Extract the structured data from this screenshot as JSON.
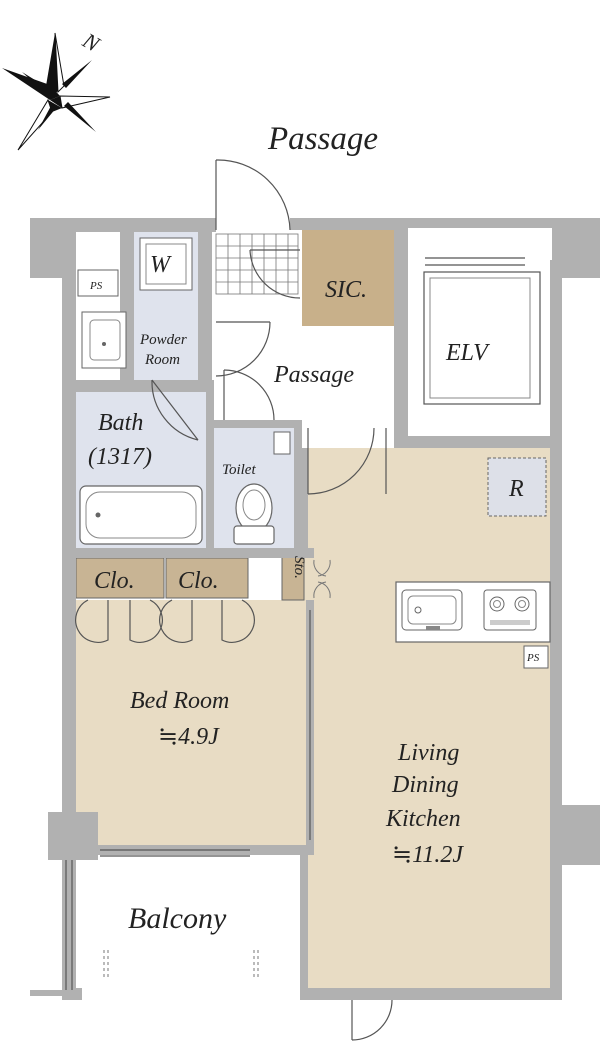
{
  "compass": {
    "north_label": "N"
  },
  "labels": {
    "passage_outside": "Passage",
    "sic": "SIC.",
    "elv": "ELV",
    "passage_inside": "Passage",
    "ps_top": "PS",
    "washer": "W",
    "powder_line1": "Powder",
    "powder_line2": "Room",
    "bath_line1": "Bath",
    "bath_line2": "(1317)",
    "toilet": "Toilet",
    "fridge": "R",
    "clo_left": "Clo.",
    "clo_right": "Clo.",
    "sto": "Sto.",
    "ps_kitchen": "PS",
    "bedroom_line1": "Bed Room",
    "bedroom_line2": "≒4.9J",
    "ldk_line1": "Living",
    "ldk_line2": "Dining",
    "ldk_line3": "Kitchen",
    "ldk_line4": "≒11.2J",
    "balcony": "Balcony"
  },
  "colors": {
    "floor_tan": "#e8dcc4",
    "wet_blue": "#dfe3ed",
    "closet_brown": "#c8b494",
    "sic_brown": "#c8b08a",
    "wall_gray": "#b1b1b1",
    "fridge_gray": "#dde0e8"
  }
}
